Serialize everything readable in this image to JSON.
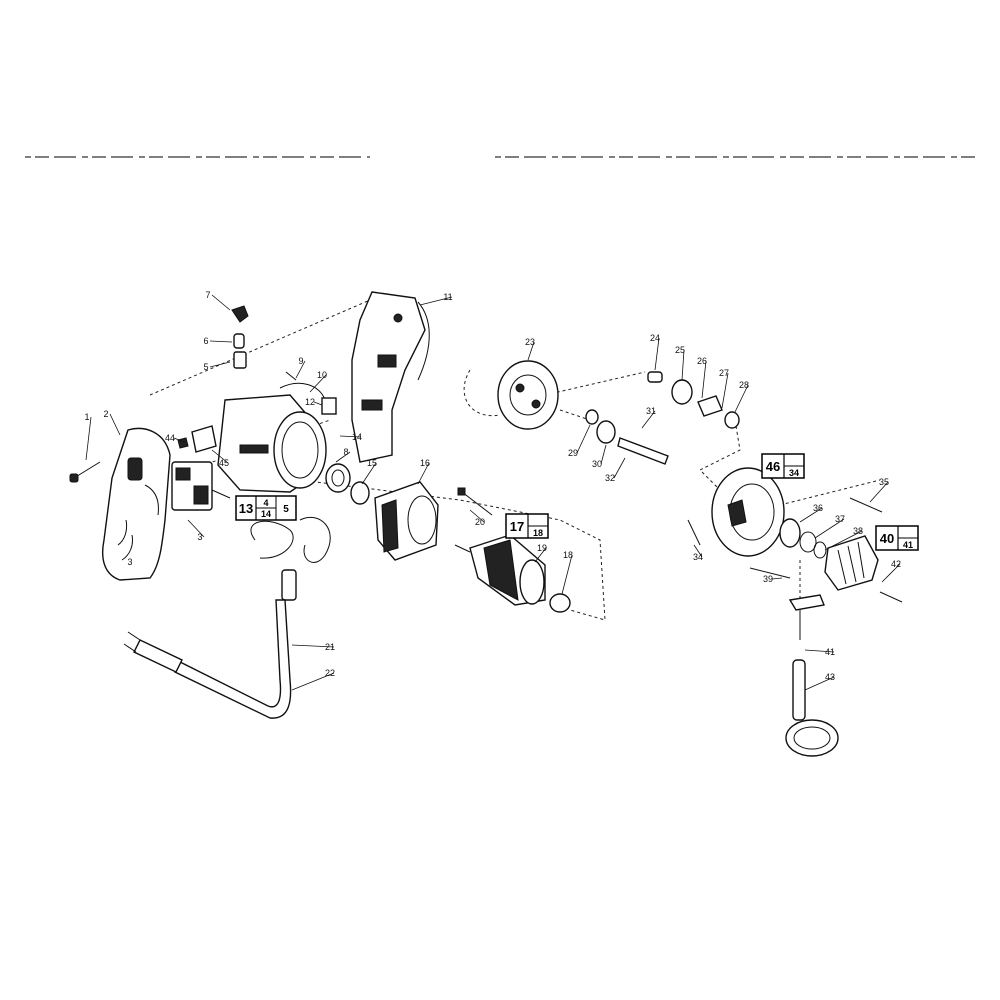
{
  "callouts": [
    "1",
    "2",
    "3",
    "3",
    "5",
    "6",
    "7",
    "9",
    "10",
    "11",
    "12",
    "14",
    "8",
    "15",
    "16",
    "20",
    "19",
    "18",
    "21",
    "22",
    "23",
    "24",
    "25",
    "26",
    "27",
    "28",
    "29",
    "30",
    "31",
    "32",
    "34",
    "35",
    "36",
    "37",
    "38",
    "39",
    "41",
    "42",
    "43",
    "44",
    "45"
  ],
  "box_refs": [
    {
      "main": "13",
      "top": "4",
      "right": "5",
      "bottom": "14"
    },
    {
      "main": "17",
      "bottom": "18"
    },
    {
      "main": "46",
      "bottom": "34"
    },
    {
      "main": "40",
      "bottom": "41"
    }
  ]
}
